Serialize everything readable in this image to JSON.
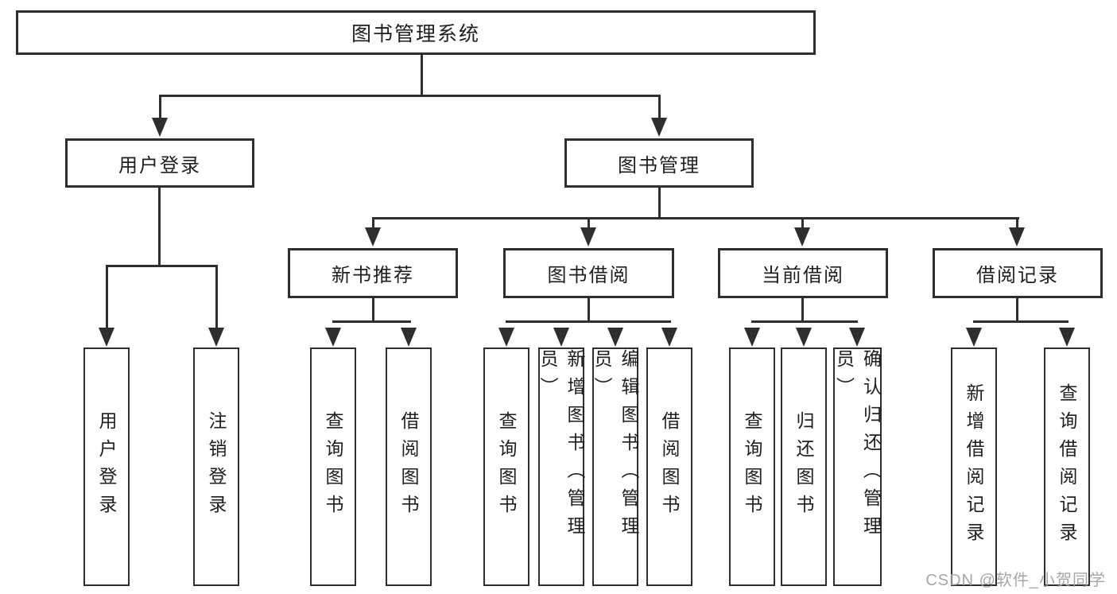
{
  "diagram": {
    "type": "hierarchy-tree",
    "root": {
      "label": "图书管理系统",
      "children": [
        {
          "label": "用户登录",
          "children": [
            {
              "label": "用户登录"
            },
            {
              "label": "注销登录"
            }
          ]
        },
        {
          "label": "图书管理",
          "children": [
            {
              "label": "新书推荐",
              "children": [
                {
                  "label": "查询图书"
                },
                {
                  "label": "借阅图书"
                }
              ]
            },
            {
              "label": "图书借阅",
              "children": [
                {
                  "label": "查询图书"
                },
                {
                  "label": "新增图书（管理员）"
                },
                {
                  "label": "编辑图书（管理员）"
                },
                {
                  "label": "借阅图书"
                }
              ]
            },
            {
              "label": "当前借阅",
              "children": [
                {
                  "label": "查询图书"
                },
                {
                  "label": "归还图书"
                },
                {
                  "label": "确认归还（管理员）"
                }
              ]
            },
            {
              "label": "借阅记录",
              "children": [
                {
                  "label": "新增借阅记录"
                },
                {
                  "label": "查询借阅记录"
                }
              ]
            }
          ]
        }
      ]
    }
  },
  "watermark": {
    "text": "CSDN @软件_小贺同学"
  },
  "colors": {
    "line": "#2e2e2e",
    "box_border": "#2e2e2e",
    "text": "#1e1e1e",
    "background": "#ffffff",
    "watermark": "#9e9e9e"
  }
}
